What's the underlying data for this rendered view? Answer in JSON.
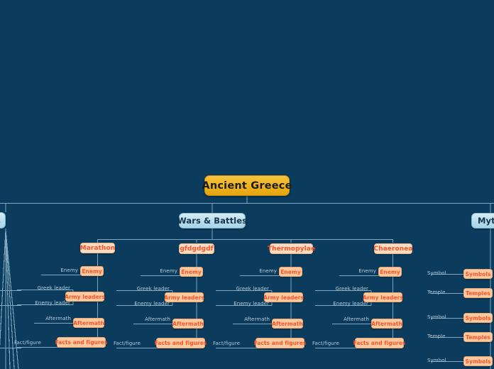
{
  "canvas": {
    "background": "#0b3c5d",
    "accent_root": "#edb21f",
    "accent_level2": "#b9dded",
    "accent_level3": "#fbdcc3",
    "accent_leaf": "#fcc9a0",
    "leaf_text_color": "#f4562a",
    "edge_color": "#7fa8c0",
    "edge_label_color": "#b6cbd8"
  },
  "root": {
    "label": "Ancient Greece"
  },
  "level2": [
    {
      "label": "s",
      "clipped": "left"
    },
    {
      "label": "Wars & Battles",
      "clipped": "none"
    },
    {
      "label": "Mytho",
      "clipped": "right"
    }
  ],
  "battles": [
    {
      "label": "Marathon"
    },
    {
      "label": "gfdgdgdf"
    },
    {
      "label": "Thermopylae"
    },
    {
      "label": "Chaeronea"
    }
  ],
  "battle_children": [
    {
      "edge_label": "Enemy",
      "leaf": "Enemy"
    },
    {
      "edge_label": "Greek leader",
      "leaf": "Army leaders"
    },
    {
      "edge_label": "Enemy leader",
      "leaf": ""
    },
    {
      "edge_label": "Aftermath",
      "leaf": "Aftermath"
    },
    {
      "edge_label": "Fact/figure",
      "leaf": "Facts and figures"
    }
  ],
  "mythology_children": [
    {
      "edge_label": "Symbol",
      "leaf": "Symbols"
    },
    {
      "edge_label": "Temple",
      "leaf": "Temples"
    },
    {
      "edge_label": "Symbol",
      "leaf": "Symbols"
    },
    {
      "edge_label": "Temple",
      "leaf": "Temples"
    },
    {
      "edge_label": "Symbol",
      "leaf": "Symbols"
    }
  ]
}
